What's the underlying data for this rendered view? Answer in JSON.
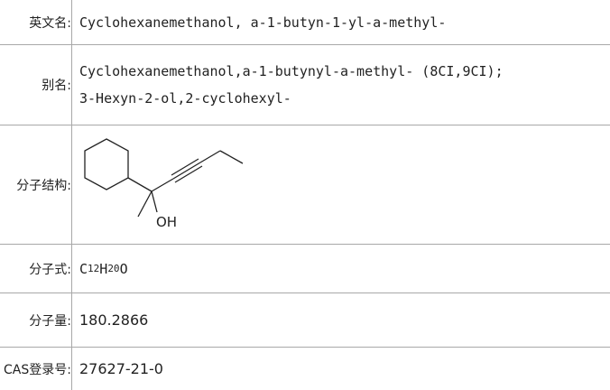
{
  "rows": {
    "english_name": {
      "label": "英文名:",
      "value": "Cyclohexanemethanol, a-1-butyn-1-yl-a-methyl-"
    },
    "alias": {
      "label": "别名:",
      "line1": "Cyclohexanemethanol,a-1-butynyl-a-methyl- (8CI,9CI);",
      "line2": "3-Hexyn-2-ol,2-cyclohexyl-"
    },
    "structure": {
      "label": "分子结构:",
      "atom_label": "OH"
    },
    "formula": {
      "label": "分子式:",
      "c": "C",
      "c_count": "12",
      "h": "H",
      "h_count": "20",
      "o": "O"
    },
    "weight": {
      "label": "分子量:",
      "value": "180.2866"
    },
    "cas": {
      "label": "CAS登录号:",
      "value": "27627-21-0"
    }
  }
}
